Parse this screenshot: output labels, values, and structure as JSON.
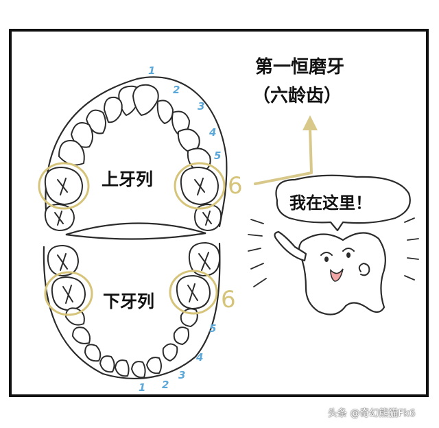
{
  "title": {
    "line1": "第一恒磨牙",
    "line2": "（六龄齿）"
  },
  "labels": {
    "upper": "上牙列",
    "lower": "下牙列"
  },
  "speech": "我在这里！",
  "molar_number": "6",
  "upper_numbers": [
    "1",
    "2",
    "3",
    "4",
    "5"
  ],
  "lower_numbers": [
    "1",
    "2",
    "3",
    "4",
    "5"
  ],
  "footer": "头条 @奇幻熊猫Fk6",
  "colors": {
    "number_blue": "#5aa7d8",
    "highlight": "#d6c47a",
    "arrow": "#d8c98a"
  }
}
